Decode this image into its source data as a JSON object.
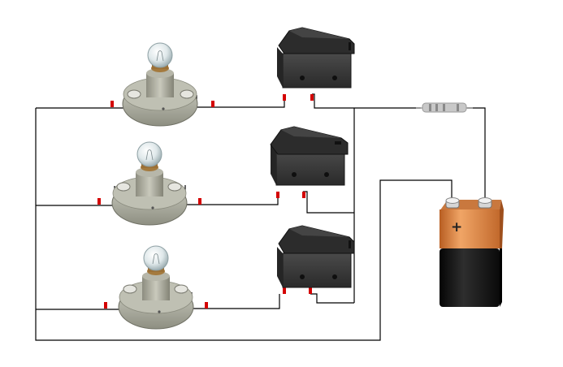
{
  "diagram": {
    "type": "circuit",
    "components": {
      "bulbs": [
        {
          "id": "bulb-1",
          "icon": "light-bulb-icon",
          "base": "porcelain-socket"
        },
        {
          "id": "bulb-2",
          "icon": "light-bulb-icon",
          "base": "porcelain-socket"
        },
        {
          "id": "bulb-3",
          "icon": "light-bulb-icon",
          "base": "porcelain-socket"
        }
      ],
      "switches": [
        {
          "id": "switch-1",
          "icon": "rocker-switch-icon",
          "state": "off"
        },
        {
          "id": "switch-2",
          "icon": "rocker-switch-icon",
          "state": "on"
        },
        {
          "id": "switch-3",
          "icon": "rocker-switch-icon",
          "state": "off"
        }
      ],
      "resistor": {
        "icon": "resistor-icon"
      },
      "battery": {
        "icon": "battery-9v-icon",
        "terminal_label": "+"
      }
    },
    "colors": {
      "wire": "#000000",
      "connector": "#d40000",
      "battery_top": "#e08a4a",
      "battery_body": "#1a1a1a",
      "switch_body": "#3a3a3a",
      "socket": "#a8a89a"
    }
  }
}
